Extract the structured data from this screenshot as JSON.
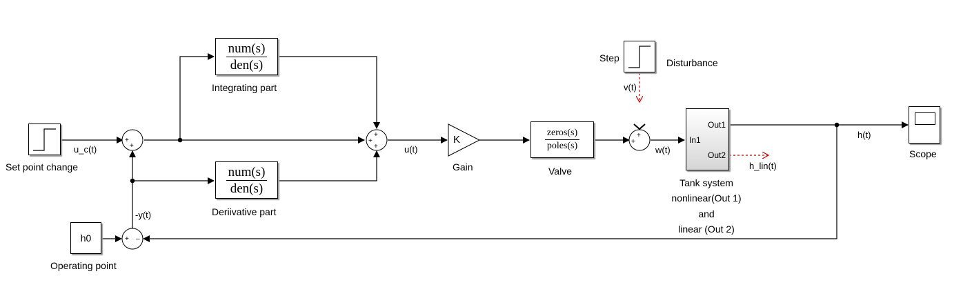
{
  "blocks": {
    "set_point": {
      "label": "Set point change",
      "signal": "u_c(t)"
    },
    "integrating": {
      "num": "num(s)",
      "den": "den(s)",
      "label": "Integrating part"
    },
    "derivative": {
      "num": "num(s)",
      "den": "den(s)",
      "label": "Deriivative part"
    },
    "pid_sum": {
      "signal": "u(t)"
    },
    "gain": {
      "symbol": "K",
      "label": "Gain"
    },
    "valve": {
      "num": "zeros(s)",
      "den": "poles(s)",
      "label": "Valve"
    },
    "step": {
      "label_left": "Step",
      "label_right": "Disturbance",
      "signal": "v(t)"
    },
    "mix_sum": {
      "signal": "w(t)"
    },
    "tank": {
      "in1": "In1",
      "out1": "Out1",
      "out2": "Out2",
      "label_lines": [
        "Tank system",
        "nonlinear(Out 1)",
        "and",
        "linear (Out 2)"
      ],
      "out1_signal": "h(t)",
      "out2_signal": "h_lin(t)"
    },
    "scope": {
      "label": "Scope"
    },
    "h0": {
      "value": "h0",
      "label": "Operating point"
    },
    "error_sum": {
      "signal": "-y(t)"
    }
  },
  "colors": {
    "line": "#000000",
    "dashed": "#cc0000",
    "shadow": "#9a9a9a"
  }
}
